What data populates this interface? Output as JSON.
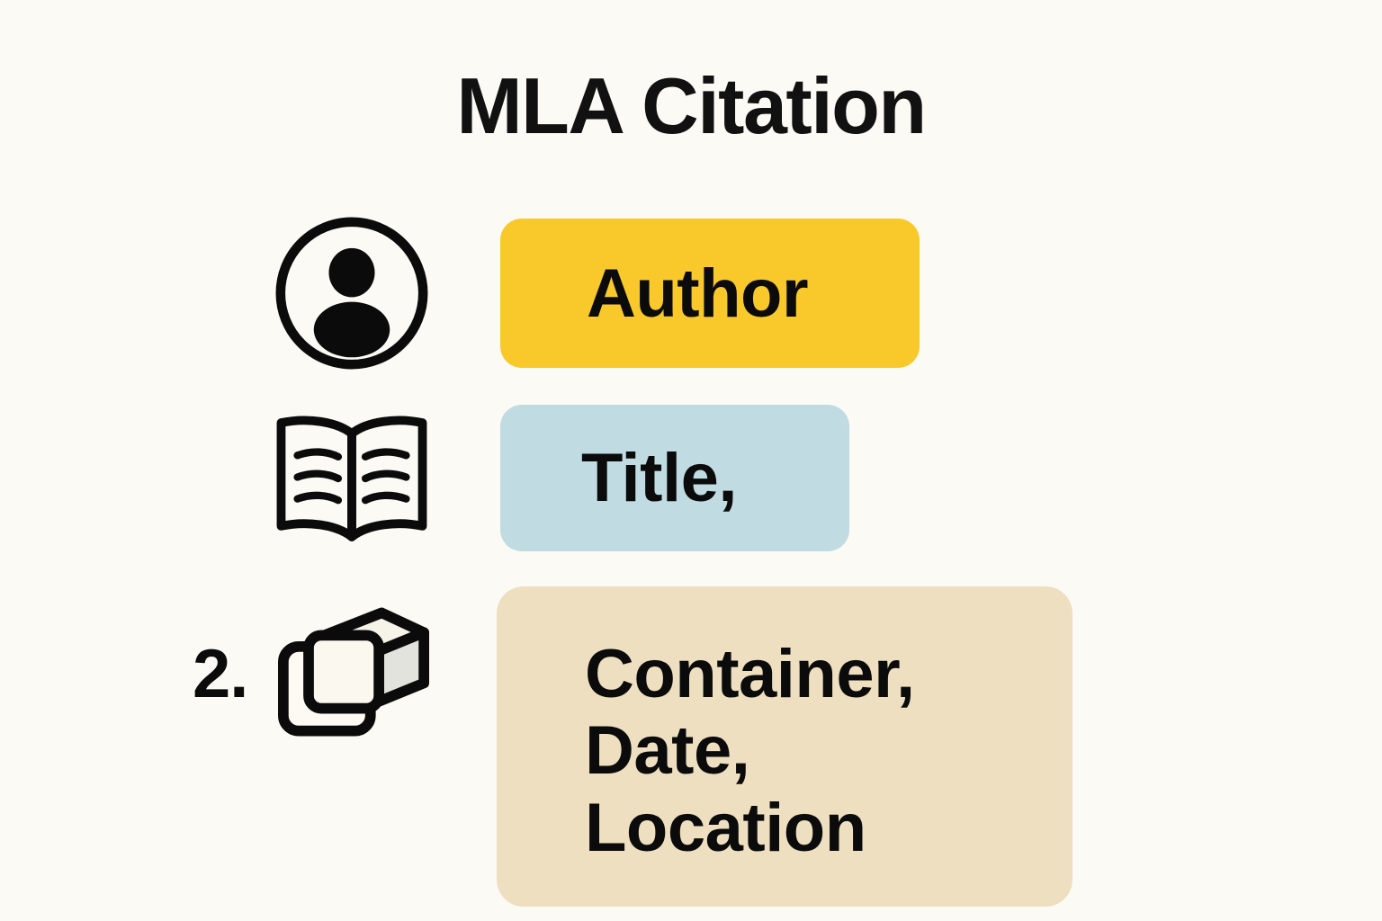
{
  "background_color": "#FBFAF5",
  "header": {
    "title": "MLA Citation"
  },
  "rows": [
    {
      "id": "author",
      "icon": "person-circle-icon",
      "number": "",
      "label": "Author",
      "chip_color": "#F9C82A",
      "text_color": "#0B0B0B"
    },
    {
      "id": "title",
      "icon": "open-book-icon",
      "number": "",
      "label": "Title,",
      "chip_color": "#C0DCE2",
      "text_color": "#0B0B0B"
    },
    {
      "id": "container",
      "icon": "box-3d-icon",
      "number": "2.",
      "label_lines": [
        "Container,",
        "Date,",
        "Location"
      ],
      "chip_color": "#EDDFC0",
      "text_color": "#0B0B0B"
    }
  ]
}
